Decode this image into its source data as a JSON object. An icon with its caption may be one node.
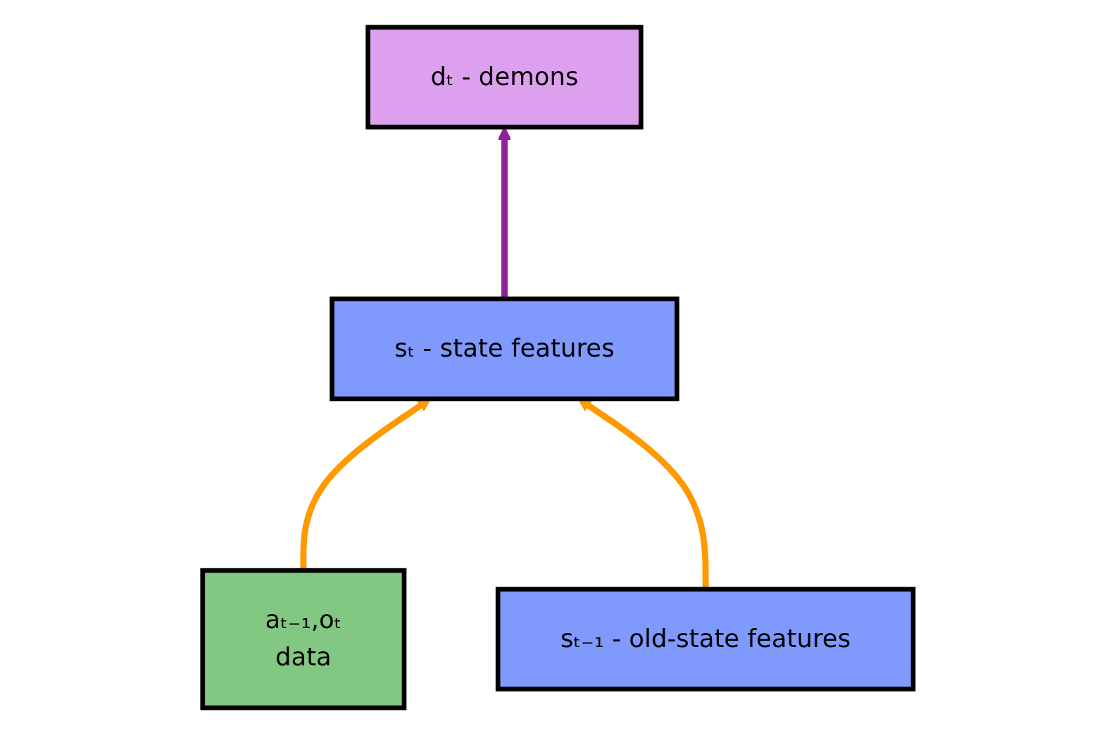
{
  "diagram": {
    "nodes": [
      {
        "text": [
          "dₜ - demons"
        ]
      },
      {
        "text": [
          "sₜ - state features"
        ]
      },
      {
        "text": [
          "aₜ₋₁,oₜ",
          "data"
        ]
      },
      {
        "text": [
          "sₜ₋₁ - old-state features"
        ]
      }
    ],
    "edges": [
      {
        "from": 1,
        "to": 0,
        "arrow": "to",
        "color": "#8e2399"
      },
      {
        "from": 2,
        "to": 1,
        "arrow": "to"
      },
      {
        "from": 3,
        "to": 1,
        "arrow": "to"
      }
    ]
  }
}
